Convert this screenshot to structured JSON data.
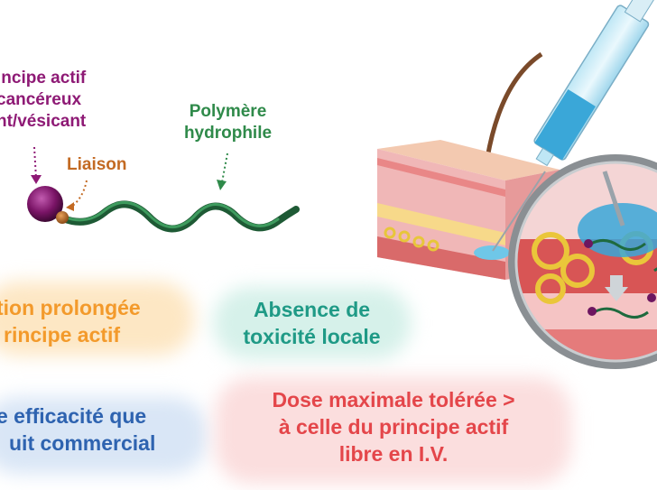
{
  "labels": {
    "active_line1": "incipe actif",
    "active_line2": "cancéreux",
    "active_line3": "nt/vésicant",
    "liaison": "Liaison",
    "polymer_line1": "Polymère",
    "polymer_line2": "hydrophile"
  },
  "benefits": {
    "prolonged_line1": "tion prolongée",
    "prolonged_line2": "rincipe actif",
    "no_toxicity_line1": "Absence de",
    "no_toxicity_line2": "toxicité locale",
    "efficacy_line1": "e efficacité que",
    "efficacy_line2": "uit commercial",
    "dose_line1": "Dose maximale tolérée >",
    "dose_line2": "à celle du principe actif",
    "dose_line3": "libre en I.V."
  },
  "colors": {
    "purple": "#8e1a75",
    "brown": "#c36a23",
    "green": "#2f8a4a",
    "orange": "#f39a2b",
    "teal": "#1f9a86",
    "blue": "#2e63b0",
    "red": "#e4464a"
  }
}
